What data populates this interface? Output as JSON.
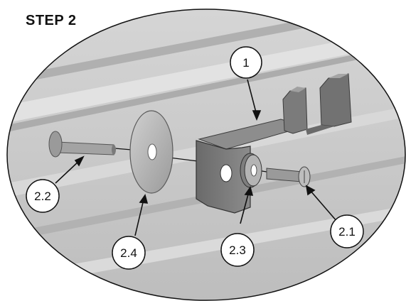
{
  "title": "STEP 2",
  "callouts": [
    {
      "label": "1",
      "part": "bracket"
    },
    {
      "label": "2.1",
      "part": "screw"
    },
    {
      "label": "2.2",
      "part": "bolt"
    },
    {
      "label": "2.3",
      "part": "spacer-washer"
    },
    {
      "label": "2.4",
      "part": "large-washer"
    }
  ],
  "colors": {
    "background": "#ffffff",
    "panel": "#c9c9c9",
    "panel_light": "#dedede",
    "metal_dark": "#5e5e5e",
    "metal_mid": "#8a8a8a",
    "metal_light": "#b8b8b8",
    "washer": "#bdbdbd",
    "outline": "#111111"
  }
}
